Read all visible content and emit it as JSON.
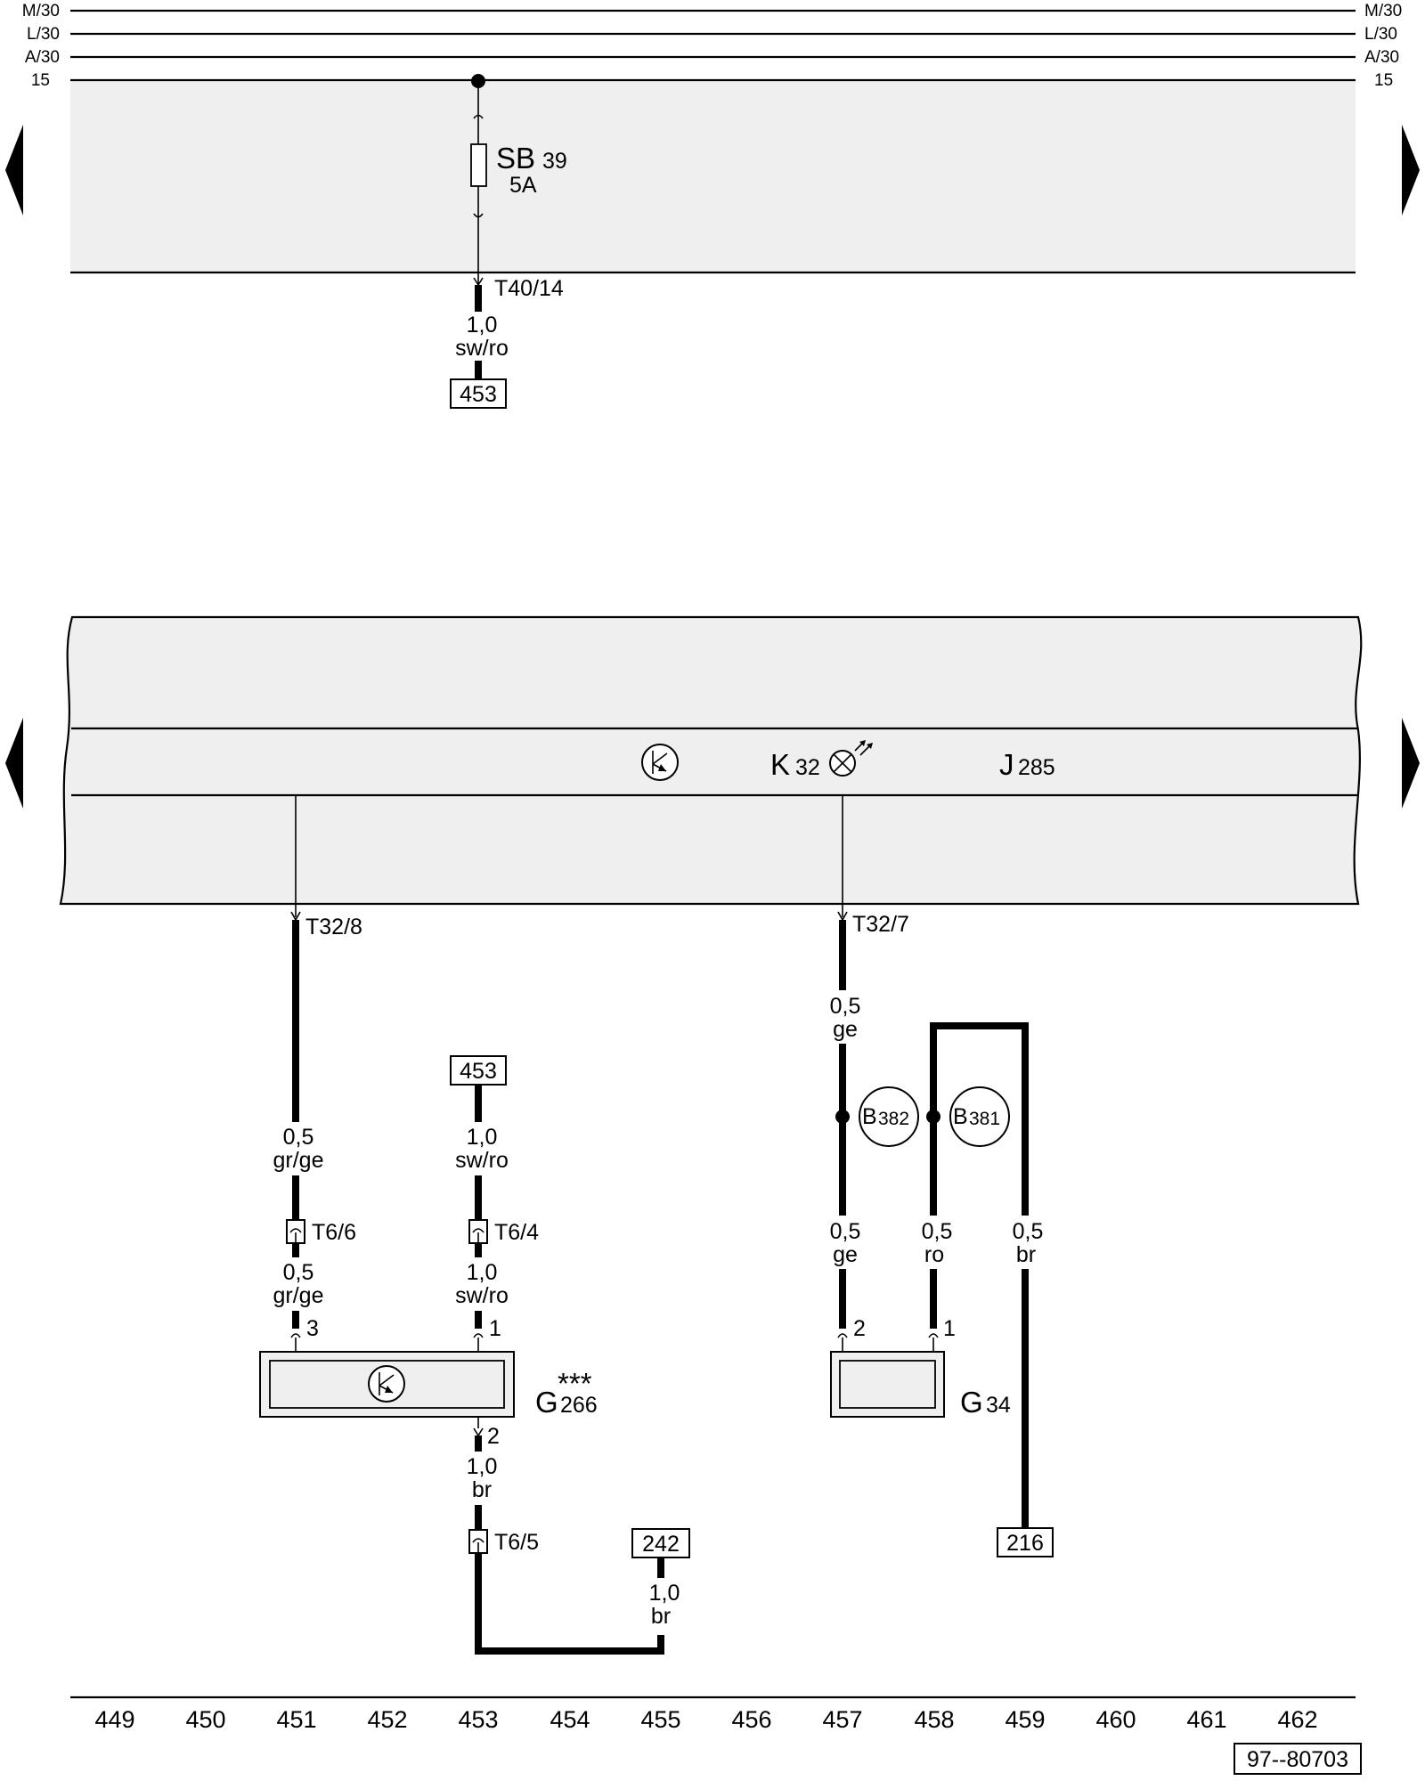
{
  "rails_left": [
    "M/30",
    "L/30",
    "A/30",
    "15"
  ],
  "rails_right": [
    "M/30",
    "L/30",
    "A/30",
    "15"
  ],
  "fuse": {
    "name": "SB",
    "number": "39",
    "rating": "5A"
  },
  "connectors": {
    "t40_14": "T40/14",
    "t32_8": "T32/8",
    "t32_7": "T32/7",
    "t6_6": "T6/6",
    "t6_4": "T6/4",
    "t6_5": "T6/5"
  },
  "wires": {
    "fuse_out": {
      "size": "1,0",
      "color": "sw/ro"
    },
    "g266_pin3_upper": {
      "size": "0,5",
      "color": "gr/ge"
    },
    "g266_pin3_lower": {
      "size": "0,5",
      "color": "gr/ge"
    },
    "g266_pin1_upper": {
      "size": "1,0",
      "color": "sw/ro"
    },
    "g266_pin1_lower": {
      "size": "1,0",
      "color": "sw/ro"
    },
    "g266_pin2": {
      "size": "1,0",
      "color": "br"
    },
    "ground_242": {
      "size": "1,0",
      "color": "br"
    },
    "t32_7_upper": {
      "size": "0,5",
      "color": "ge"
    },
    "g34_pin2": {
      "size": "0,5",
      "color": "ge"
    },
    "g34_pin1": {
      "size": "0,5",
      "color": "ro"
    },
    "to_216": {
      "size": "0,5",
      "color": "br"
    }
  },
  "references": {
    "top_453": "453",
    "mid_453": "453",
    "ref_242": "242",
    "ref_216": "216"
  },
  "splices": {
    "b382": {
      "letter": "B",
      "number": "382"
    },
    "b381": {
      "letter": "B",
      "number": "381"
    }
  },
  "cluster": {
    "warning_lamp": {
      "letter": "K",
      "number": "32"
    },
    "control_unit": {
      "letter": "J",
      "number": "285"
    }
  },
  "components": {
    "g266": {
      "letter": "G",
      "number": "266",
      "marker": "***"
    },
    "g34": {
      "letter": "G",
      "number": "34"
    }
  },
  "pins": {
    "g266_p3": "3",
    "g266_p1": "1",
    "g266_p2": "2",
    "g34_p2": "2",
    "g34_p1": "1"
  },
  "column_numbers": [
    "449",
    "450",
    "451",
    "452",
    "453",
    "454",
    "455",
    "456",
    "457",
    "458",
    "459",
    "460",
    "461",
    "462"
  ],
  "diagram_id": "97--80703"
}
